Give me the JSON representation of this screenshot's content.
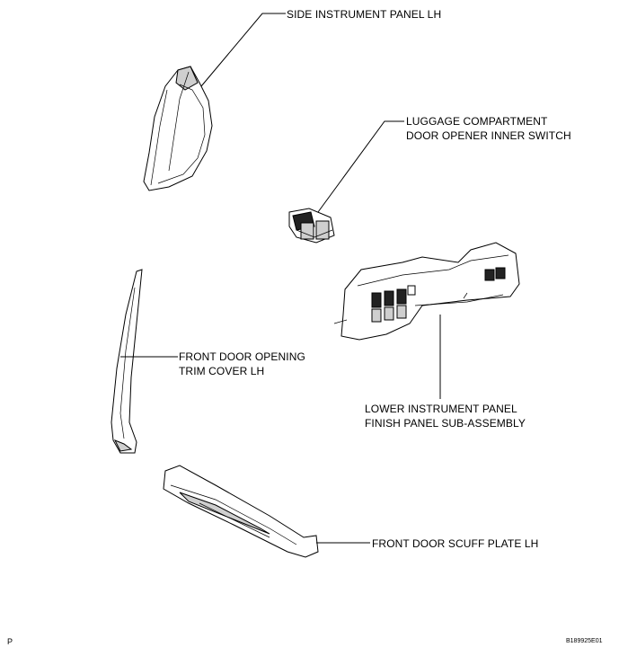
{
  "labels": {
    "side_panel": "SIDE INSTRUMENT PANEL LH",
    "luggage_switch_line1": "LUGGAGE COMPARTMENT",
    "luggage_switch_line2": "DOOR OPENER INNER SWITCH",
    "front_door_trim_line1": "FRONT DOOR OPENING",
    "front_door_trim_line2": "TRIM COVER LH",
    "lower_panel_line1": "LOWER INSTRUMENT PANEL",
    "lower_panel_line2": "FINISH PANEL SUB-ASSEMBLY",
    "scuff_plate": "FRONT DOOR SCUFF PLATE LH"
  },
  "footer": {
    "left_mark": "P",
    "figure_code": "B189925E01"
  }
}
